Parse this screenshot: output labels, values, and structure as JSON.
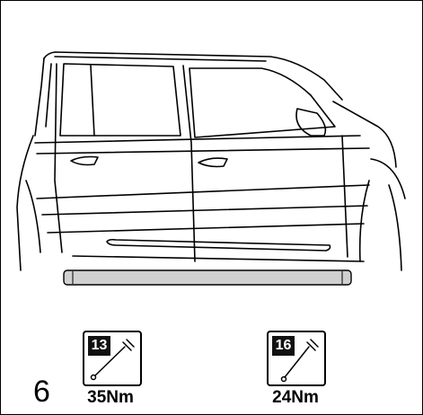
{
  "step_number": "6",
  "fasteners": [
    {
      "socket_size": "13",
      "torque": "35Nm",
      "icon": "torque-wrench-icon"
    },
    {
      "socket_size": "16",
      "torque": "24Nm",
      "icon": "torque-wrench-icon"
    }
  ],
  "colors": {
    "line": "#000000",
    "step_fill": "#d0d0d0",
    "background": "#ffffff"
  }
}
